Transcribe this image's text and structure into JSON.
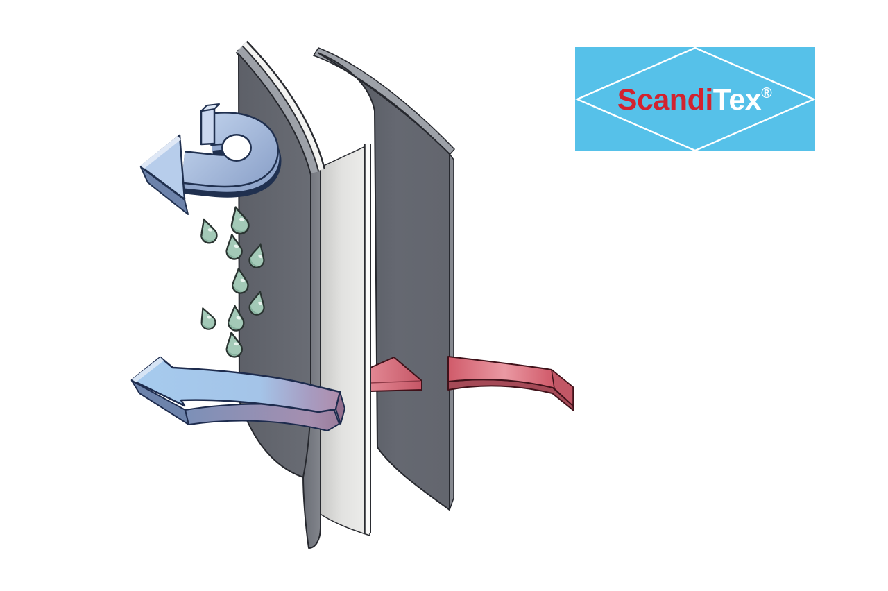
{
  "logo": {
    "text_primary": "Scandi",
    "text_secondary": "Tex",
    "registered_mark": "®",
    "background_color": "#56c1e9",
    "primary_text_color": "#d2232f",
    "secondary_text_color": "#ffffff",
    "diamond_outline_color": "#ffffff"
  },
  "diagram": {
    "fabric_panel_color": "#63666e",
    "membrane_color": "#ebebe9",
    "liner_strip_color": "#75787f",
    "water_droplet_color": "#a3c9b7",
    "droplet_count": "9",
    "cool_airflow_color": "#a6cbee",
    "warm_airflow_color": "#d5606e"
  }
}
